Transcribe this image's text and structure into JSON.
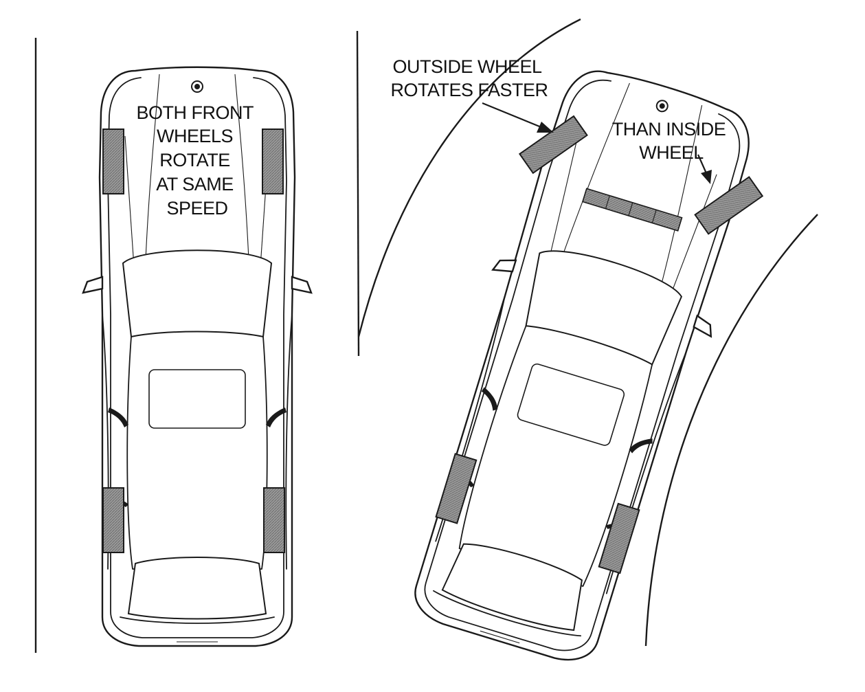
{
  "labels": {
    "straight": [
      "BOTH FRONT",
      "WHEELS",
      "ROTATE",
      "AT SAME",
      "SPEED"
    ],
    "outside": [
      "OUTSIDE WHEEL",
      "ROTATES FASTER"
    ],
    "inside": [
      "THAN INSIDE",
      "WHEEL"
    ]
  },
  "colors": {
    "ink": "#1a1a1a",
    "wheel_fill": "#8f8f8f",
    "background": "#ffffff"
  }
}
